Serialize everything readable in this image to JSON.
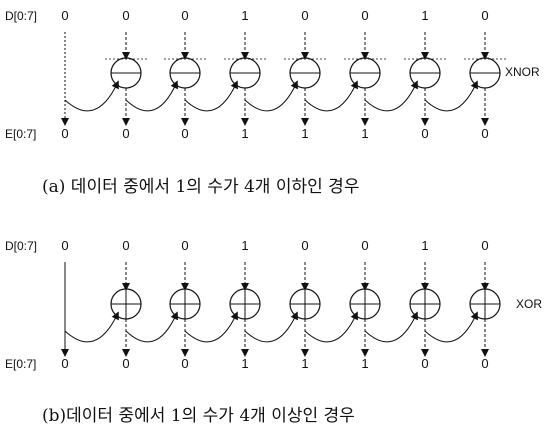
{
  "diagrams": [
    {
      "d_label": "D[0:7]",
      "e_label": "E[0:7]",
      "d_bits": [
        "0",
        "0",
        "0",
        "1",
        "0",
        "0",
        "1",
        "0"
      ],
      "e_bits": [
        "0",
        "0",
        "0",
        "1",
        "1",
        "1",
        "0",
        "0"
      ],
      "gate": "XNOR",
      "caption": "(a) 데이터 중에서 1의 수가 4개 이하인 경우"
    },
    {
      "d_label": "D[0:7]",
      "e_label": "E[0:7]",
      "d_bits": [
        "0",
        "0",
        "0",
        "1",
        "0",
        "0",
        "1",
        "0"
      ],
      "e_bits": [
        "0",
        "0",
        "0",
        "1",
        "1",
        "1",
        "0",
        "0"
      ],
      "gate": "XOR",
      "caption": "(b)데이터 중에서 1의 수가 4개 이상인 경우"
    }
  ]
}
